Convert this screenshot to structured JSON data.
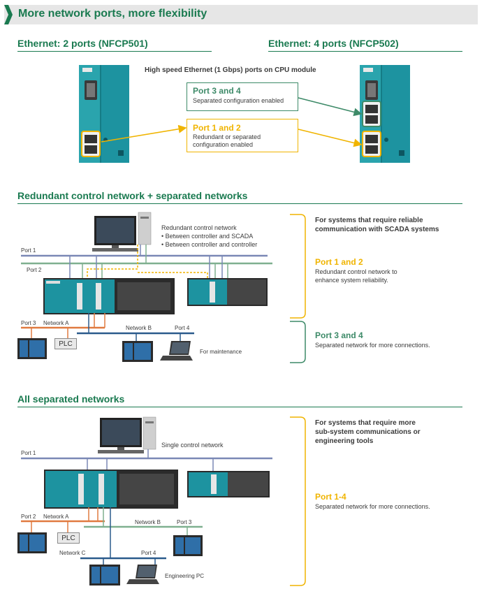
{
  "banner": {
    "title": "More network ports, more flexibility"
  },
  "top": {
    "left_title": "Ethernet: 2 ports (NFCP501)",
    "right_title": "Ethernet: 4 ports (NFCP502)",
    "subtitle": "High speed Ethernet (1 Gbps) ports on CPU module",
    "box34": {
      "title": "Port 3 and 4",
      "desc": "Separated configuration enabled"
    },
    "box12": {
      "title": "Port 1 and 2",
      "desc1": "Redundant or separated",
      "desc2": "configuration enabled"
    }
  },
  "sec2": {
    "title": "Redundant control network + separated networks",
    "label_redundant": "Redundant control network",
    "bullet1": "• Between controller and SCADA",
    "bullet2": "• Between controller and controller",
    "port1": "Port 1",
    "port2": "Port 2",
    "port3": "Port 3",
    "network_a": "Network A",
    "network_b": "Network B",
    "port4": "Port 4",
    "plc": "PLC",
    "maintenance": "For maintenance",
    "note_head1": "For systems that require reliable",
    "note_head2": "communication with SCADA systems",
    "p12_title": "Port 1 and 2",
    "p12_desc1": "Redundant control network to",
    "p12_desc2": "enhance system reliability.",
    "p34_title": "Port 3 and 4",
    "p34_desc": "Separated network for more connections."
  },
  "sec3": {
    "title": "All separated networks",
    "label_single": "Single control network",
    "port1": "Port 1",
    "port2": "Port 2",
    "network_a": "Network A",
    "network_b": "Network B",
    "port3": "Port 3",
    "network_c": "Network C",
    "port4": "Port 4",
    "plc": "PLC",
    "eng_pc": "Engineering PC",
    "note_head1": "For systems that require more",
    "note_head2": "sub-system communications or",
    "note_head3": "engineering tools",
    "p14_title": "Port 1-4",
    "p14_desc": "Separated network for more connections."
  },
  "colors": {
    "green": "#1a7a50",
    "gold": "#f0b400",
    "teal_module": "#1f9aa3",
    "network_blue": "#7a88b5",
    "network_green": "#7fb08f",
    "network_orange": "#e07a40",
    "network_navy": "#2a5a8c"
  }
}
